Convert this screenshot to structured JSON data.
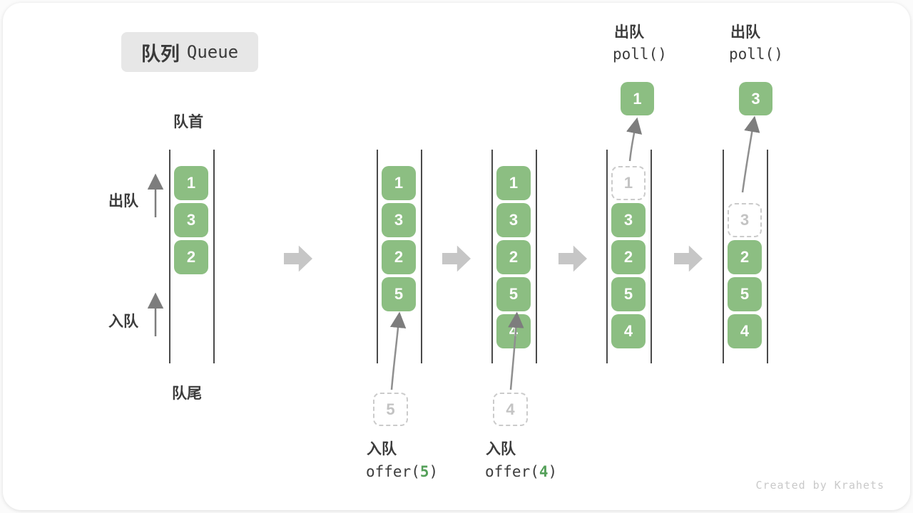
{
  "title": {
    "zh": "队列",
    "en": "Queue"
  },
  "front_label": "队首",
  "rear_label": "队尾",
  "side_labels": {
    "dequeue": "出队",
    "enqueue": "入队"
  },
  "footer": "Created by Krahets",
  "colors": {
    "cell_green": "#8cbe82",
    "code_arg_green": "#55a05a",
    "text_dark": "#3c3c3c",
    "block_arrow_gray": "#c6c6c6",
    "ghost_border_gray": "#cbcbcb",
    "footer_gray": "#c9c9c9"
  },
  "queues": [
    {
      "id": 1,
      "cells": [
        "1",
        "3",
        "2"
      ]
    },
    {
      "id": 2,
      "cells": [
        "1",
        "3",
        "2",
        "5"
      ]
    },
    {
      "id": 3,
      "cells": [
        "1",
        "3",
        "2",
        "5",
        "4"
      ]
    },
    {
      "id": 4,
      "ghost": "1",
      "cells": [
        "3",
        "2",
        "5",
        "4"
      ]
    },
    {
      "id": 5,
      "ghost": "3",
      "cells": [
        "2",
        "5",
        "4"
      ]
    }
  ],
  "operations": {
    "offer5": {
      "label": "入队",
      "fn_open": "offer(",
      "arg": "5",
      "fn_close": ")",
      "ghost_value": "5"
    },
    "offer4": {
      "label": "入队",
      "fn_open": "offer(",
      "arg": "4",
      "fn_close": ")",
      "ghost_value": "4"
    },
    "poll1": {
      "label": "出队",
      "fn": "poll()",
      "out_value": "1"
    },
    "poll3": {
      "label": "出队",
      "fn": "poll()",
      "out_value": "3"
    }
  }
}
